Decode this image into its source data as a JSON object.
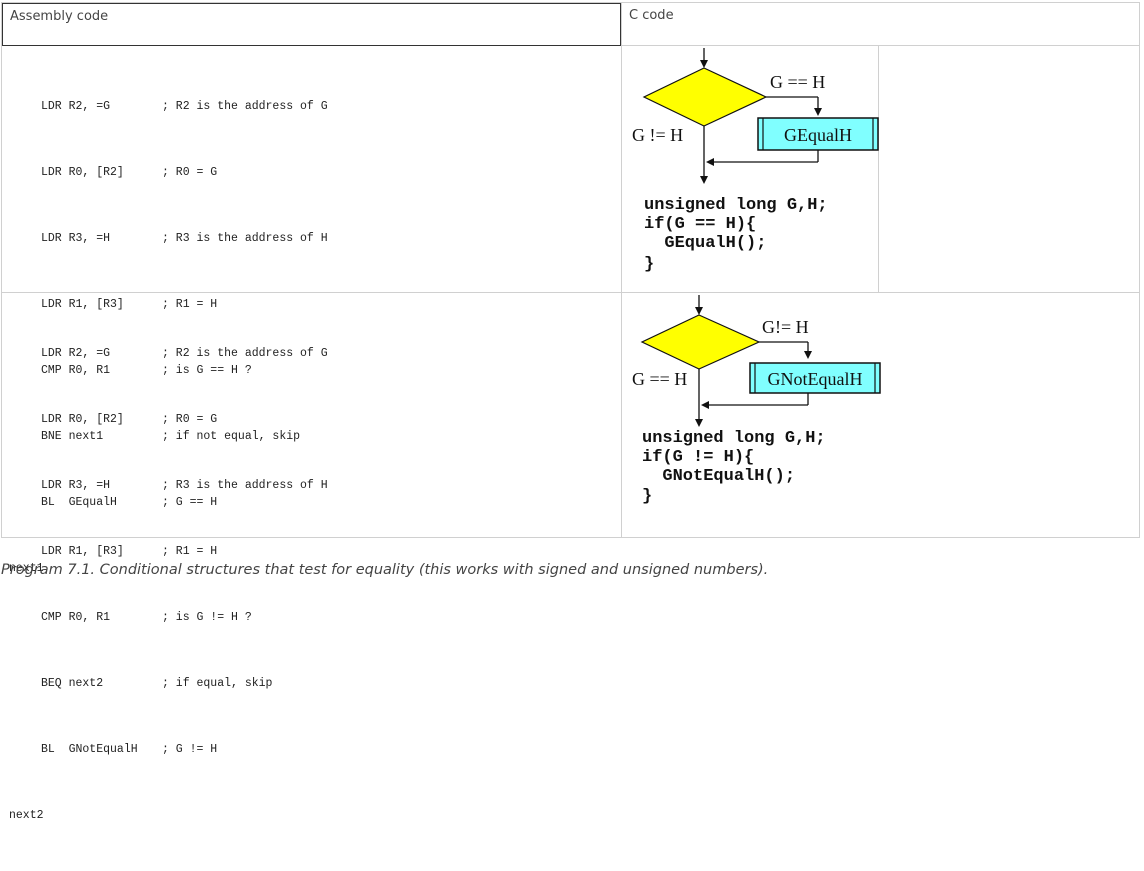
{
  "table": {
    "header_assembly": "Assembly code",
    "header_c": "C code"
  },
  "example1": {
    "asm_lines": [
      {
        "instr": "LDR R2, =G",
        "comment": "; R2 is the address of G"
      },
      {
        "instr": "LDR R0, [R2]",
        "comment": "; R0 = G"
      },
      {
        "instr": "LDR R3, =H",
        "comment": "; R3 is the address of H"
      },
      {
        "instr": "LDR R1, [R3]",
        "comment": "; R1 = H"
      },
      {
        "instr": "CMP R0, R1",
        "comment": "; is G == H ?"
      },
      {
        "instr": "BNE next1",
        "comment": "; if not equal, skip"
      },
      {
        "instr": "BL  GEqualH",
        "comment": "; G == H"
      }
    ],
    "label": "next1",
    "flow_true": "G == H",
    "flow_false": "G != H",
    "box": "GEqualH",
    "c_lines": [
      "unsigned long G,H;",
      "if(G == H){",
      "  GEqualH();",
      "}"
    ]
  },
  "example2": {
    "asm_lines": [
      {
        "instr": "LDR R2, =G",
        "comment": "; R2 is the address of G"
      },
      {
        "instr": "LDR R0, [R2]",
        "comment": "; R0 = G"
      },
      {
        "instr": "LDR R3, =H",
        "comment": "; R3 is the address of H"
      },
      {
        "instr": "LDR R1, [R3]",
        "comment": "; R1 = H"
      },
      {
        "instr": "CMP R0, R1",
        "comment": "; is G != H ?"
      },
      {
        "instr": "BEQ next2",
        "comment": "; if equal, skip"
      },
      {
        "instr": "BL  GNotEqualH",
        "comment": "; G != H"
      }
    ],
    "label": "next2",
    "flow_true": "G!= H",
    "flow_false": "G == H",
    "box": "GNotEqualH",
    "c_lines": [
      "unsigned long G,H;",
      "if(G != H){",
      "  GNotEqualH();",
      "}"
    ]
  },
  "colors": {
    "diamond": "#ffff00",
    "box": "#80ffff"
  },
  "caption": "Program 7.1. Conditional structures that test for equality (this works with signed and unsigned numbers)."
}
